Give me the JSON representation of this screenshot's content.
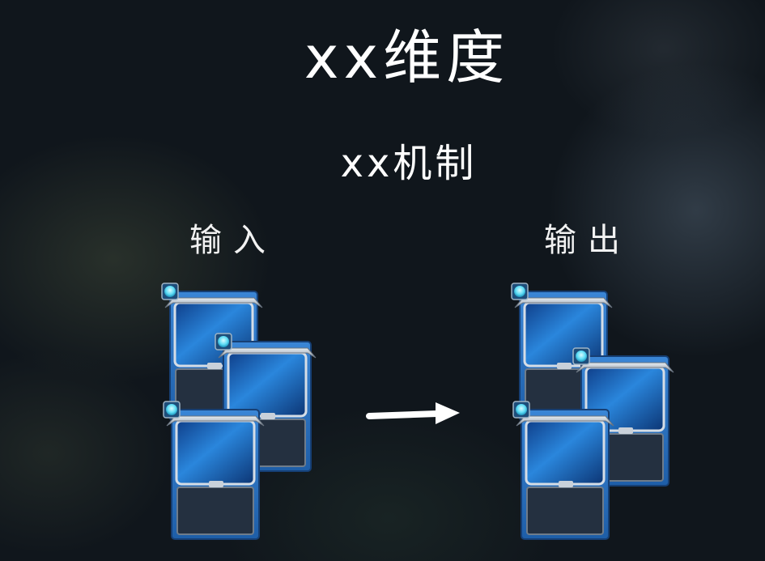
{
  "title": "xx维度",
  "subtitle": "xx机制",
  "input_label": "输入",
  "output_label": "输出",
  "colors": {
    "card_frame": "#2a72c4",
    "card_screen": "#1f6fcc",
    "card_glow": "#6fe6ff",
    "arrow": "#ffffff"
  },
  "icons": [
    "card-icon",
    "gem-icon",
    "arrow-right-icon"
  ]
}
